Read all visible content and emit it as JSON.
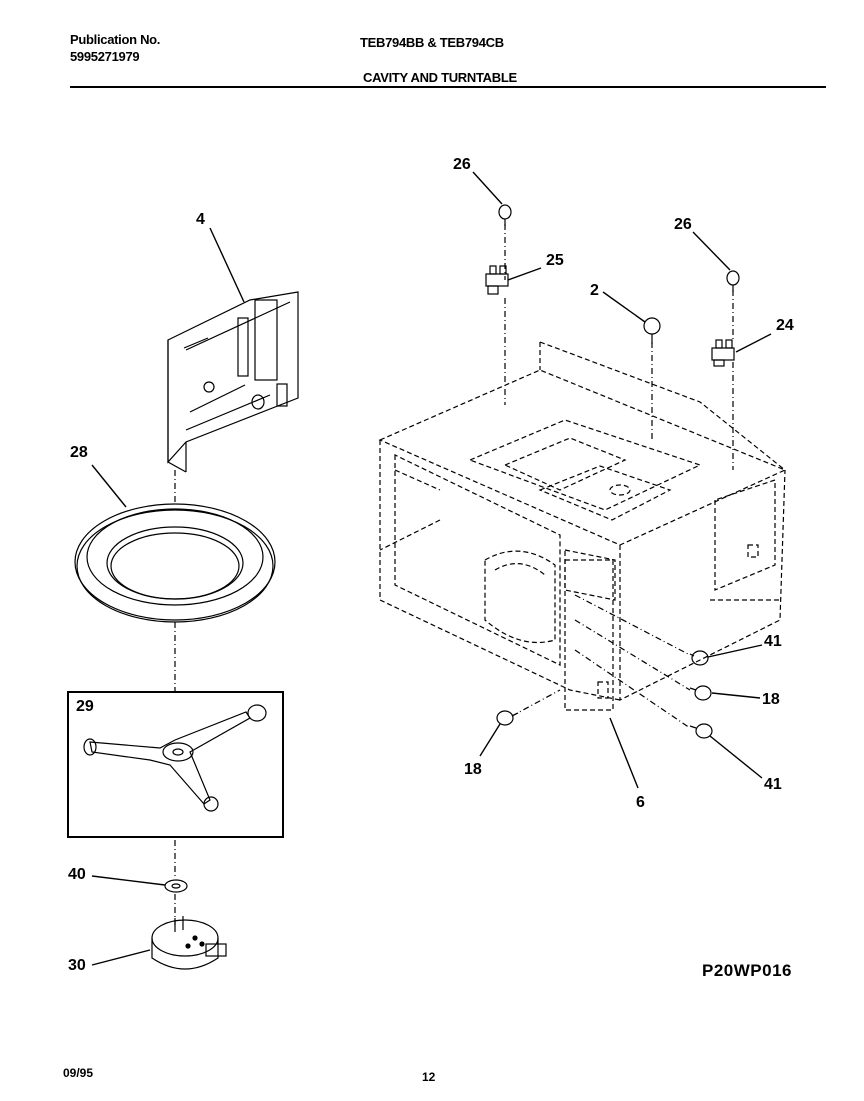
{
  "header": {
    "publication_label": "Publication No.",
    "publication_number": "5995271979",
    "model": "TEB794BB & TEB794CB",
    "section_title": "CAVITY AND TURNTABLE"
  },
  "callouts": {
    "c4": "4",
    "c28": "28",
    "c29": "29",
    "c40": "40",
    "c30": "30",
    "c26a": "26",
    "c26b": "26",
    "c25": "25",
    "c2": "2",
    "c24": "24",
    "c41a": "41",
    "c18a": "18",
    "c18b": "18",
    "c41b": "41",
    "c6": "6"
  },
  "drawing_code": "P20WP016",
  "footer": {
    "date": "09/95",
    "page": "12"
  }
}
